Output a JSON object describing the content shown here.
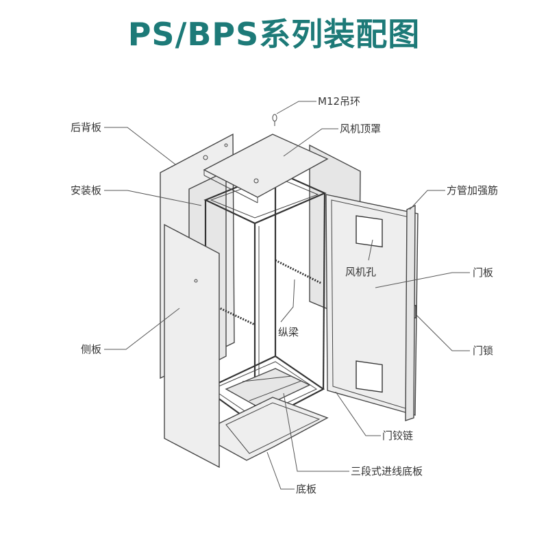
{
  "title": "PS/BPS系列装配图",
  "colors": {
    "title": "#1d7a78",
    "line": "#444444",
    "panel": "#eeeeee"
  },
  "labels": {
    "hoist_ring": "M12吊环",
    "back_panel": "后背板",
    "fan_top_cover": "风机顶罩",
    "mounting_plate": "安装板",
    "square_tube": "方管加强筋",
    "fan_hole": "风机孔",
    "door_panel": "门板",
    "longitudinal_beam": "纵梁",
    "side_panel": "侧板",
    "door_lock": "门锁",
    "door_hinge": "门铰链",
    "cable_entry_plate": "三段式进线底板",
    "bottom_plate": "底板"
  }
}
